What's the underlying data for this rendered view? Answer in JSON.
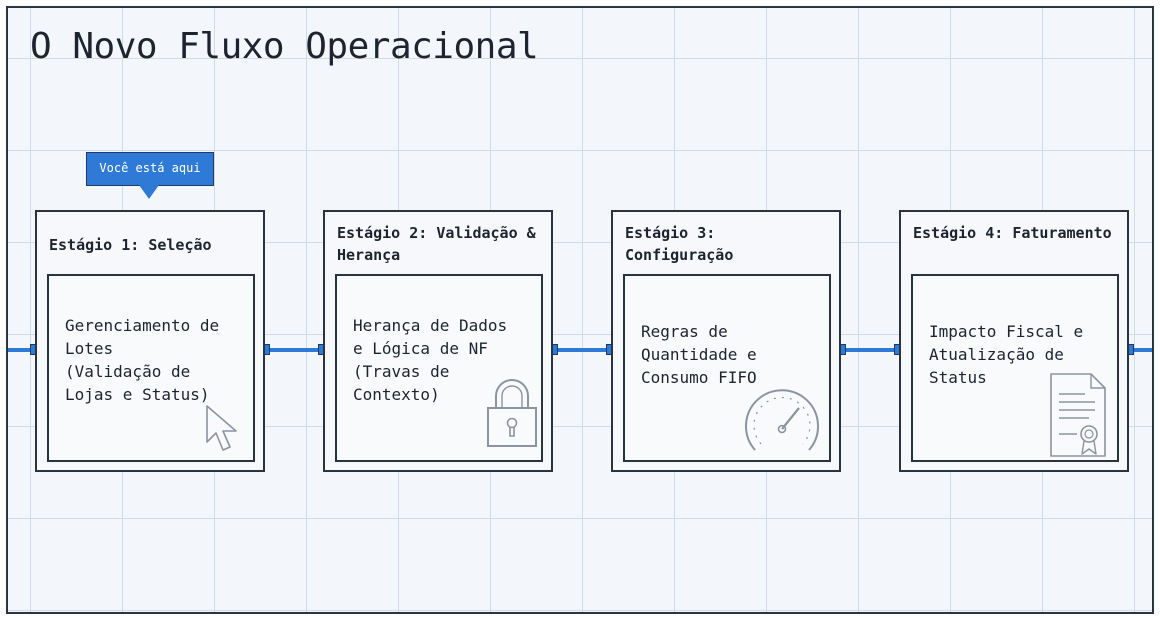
{
  "title": "O Novo Fluxo Operacional",
  "current_marker": "Você está aqui",
  "stages": [
    {
      "title": "Estágio 1: Seleção",
      "body": "Gerenciamento de\nLotes\n(Validação de\nLojas e Status)",
      "icon": "cursor-icon"
    },
    {
      "title": "Estágio 2: Validação & Herança",
      "body": "Herança de Dados\ne Lógica de NF\n(Travas de\nContexto)",
      "icon": "padlock-icon"
    },
    {
      "title": "Estágio 3: Configuração",
      "body": "Regras de\nQuantidade e\nConsumo FIFO",
      "icon": "gauge-icon"
    },
    {
      "title": "Estágio 4: Faturamento",
      "body": "Impacto Fiscal e\nAtualização de\nStatus",
      "icon": "certificate-icon"
    }
  ],
  "colors": {
    "accent": "#2f7ad6",
    "ink": "#1d2430",
    "background": "#f3f6fa",
    "grid": "#d2dae3"
  }
}
